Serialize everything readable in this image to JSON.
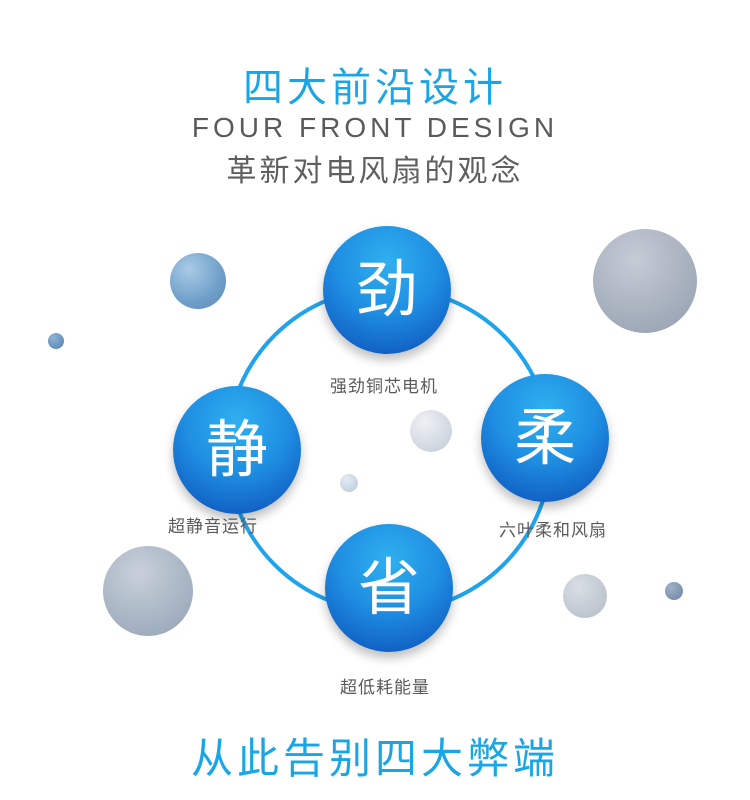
{
  "header": {
    "title": "四大前沿设计",
    "subtitle_en": "FOUR FRONT DESIGN",
    "subtitle_cn": "革新对电风扇的观念"
  },
  "features": [
    {
      "glyph": "劲",
      "caption": "强劲铜芯电机"
    },
    {
      "glyph": "静",
      "caption": "超静音运行"
    },
    {
      "glyph": "柔",
      "caption": "六叶柔和风扇"
    },
    {
      "glyph": "省",
      "caption": "超低耗能量"
    }
  ],
  "footer": {
    "title": "从此告别四大弊端"
  },
  "colors": {
    "accent": "#1aa6e6",
    "node_dark": "#0e56b2",
    "ring": "#1fa3ec",
    "text_gray": "#5a5a5a"
  }
}
